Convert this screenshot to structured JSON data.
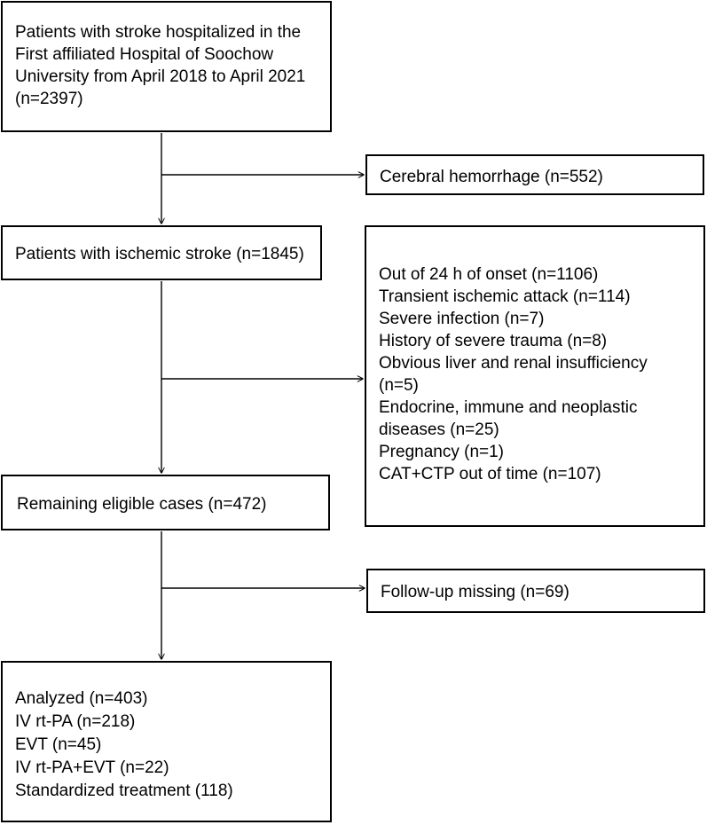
{
  "flowchart": {
    "enrolled": {
      "lines": [
        "Patients with stroke hospitalized in the",
        "First affiliated Hospital of Soochow",
        "University from April 2018 to April 2021",
        "(n=2397)"
      ]
    },
    "excluded_hemorrhage": {
      "text": "Cerebral hemorrhage (n=552)"
    },
    "ischemic": {
      "text": "Patients with ischemic stroke (n=1845)"
    },
    "exclusions": {
      "lines": [
        "Out of 24 h of onset (n=1106)",
        "Transient ischemic attack (n=114)",
        "Severe infection (n=7)",
        "History of severe trauma (n=8)",
        "Obvious liver and renal insufficiency",
        "(n=5)",
        "Endocrine, immune and neoplastic",
        "diseases (n=25)",
        "Pregnancy (n=1)",
        "CAT+CTP out of time (n=107)"
      ]
    },
    "eligible": {
      "text": "Remaining eligible cases (n=472)"
    },
    "follow_up": {
      "text": "Follow-up missing (n=69)"
    },
    "analyzed": {
      "lines": [
        "Analyzed (n=403)",
        "IV rt-PA (n=218)",
        "EVT (n=45)",
        "IV rt-PA+EVT (n=22)",
        "Standardized treatment (118)"
      ]
    }
  }
}
